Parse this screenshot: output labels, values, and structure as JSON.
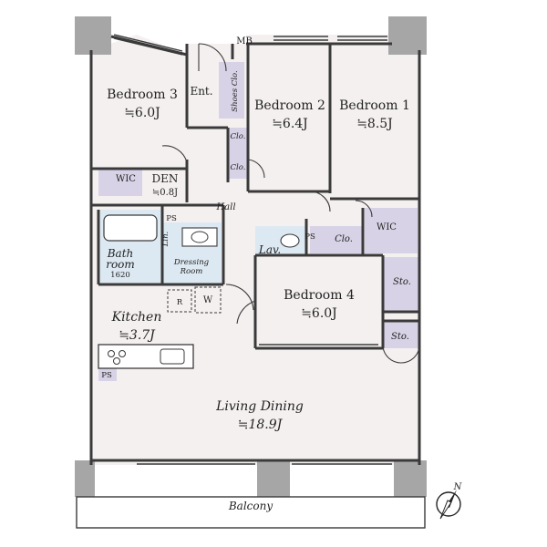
{
  "rooms": {
    "bedroom1": {
      "name": "Bedroom 1",
      "size": "≒8.5J"
    },
    "bedroom2": {
      "name": "Bedroom 2",
      "size": "≒6.4J"
    },
    "bedroom3": {
      "name": "Bedroom 3",
      "size": "≒6.0J"
    },
    "bedroom4": {
      "name": "Bedroom 4",
      "size": "≒6.0J"
    },
    "den": {
      "name": "DEN",
      "size": "≒0.8J"
    },
    "kitchen": {
      "name": "Kitchen",
      "size": "≒3.7J"
    },
    "living": {
      "name": "Living Dining",
      "size": "≒18.9J"
    },
    "bath": {
      "name1": "Bath",
      "name2": "room",
      "code": "1620"
    },
    "dressing": {
      "name1": "Dressing",
      "name2": "Room"
    }
  },
  "labels": {
    "entrance": "Ent.",
    "hall": "Hall",
    "lav": "Lav.",
    "balcony": "Balcony",
    "mb": "MB",
    "shoes": "Shoes Clo.",
    "clo_top": "Clo.",
    "clo_bottom": "Clo.",
    "clo_b1": "Clo.",
    "wic_b1": "WIC",
    "wic_b3": "WIC",
    "sto_upper": "Sto.",
    "sto_lower": "Sto.",
    "ps_bath": "PS",
    "ps_lav": "PS",
    "ps_kitchen": "PS",
    "lin": "Lin.",
    "r": "R",
    "w": "W"
  },
  "compass": {
    "label": "N"
  },
  "colors": {
    "wall": "#3a3a3a",
    "column": "#a6a6a6",
    "room_fill": "#f4f0f0",
    "storage": "#d8d2e6",
    "wet": "#dce9f2"
  }
}
